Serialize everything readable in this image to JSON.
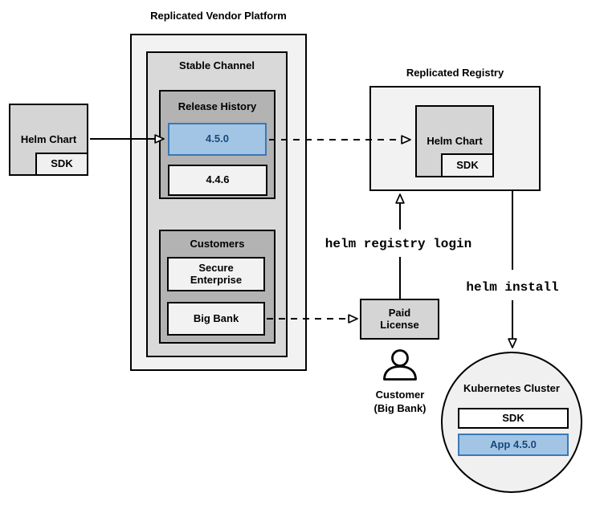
{
  "colors": {
    "highlight-fill": "#a3c5e5",
    "highlight-border": "#3b78b5",
    "highlight-text": "#17497b",
    "gray-lightest": "#f2f2f2",
    "gray-light": "#d9d9d9",
    "gray-mid": "#d5d5d5",
    "gray-dark": "#b3b3b3",
    "circle-fill": "#f0f0f0",
    "sdk-fill": "#f0f0f0"
  },
  "vendor_platform": {
    "title": "Replicated Vendor Platform",
    "stable_channel": {
      "label": "Stable Channel",
      "release_history": {
        "label": "Release History",
        "releases": [
          {
            "version": "4.5.0",
            "highlighted": true
          },
          {
            "version": "4.4.6",
            "highlighted": false
          }
        ]
      },
      "customers": {
        "label": "Customers",
        "items": [
          {
            "name": "Secure\nEnterprise"
          },
          {
            "name": "Big Bank"
          }
        ]
      }
    }
  },
  "helm_chart_source": {
    "label": "Helm Chart",
    "sdk": "SDK"
  },
  "registry": {
    "title": "Replicated Registry",
    "helm_chart": {
      "label": "Helm Chart",
      "sdk": "SDK"
    }
  },
  "paid_license": {
    "label": "Paid\nLicense"
  },
  "customer": {
    "caption": "Customer\n(Big Bank)",
    "icon": "person-icon"
  },
  "commands": {
    "registry_login": "helm registry login",
    "install": "helm install"
  },
  "kubernetes_cluster": {
    "label": "Kubernetes Cluster",
    "sdk": "SDK",
    "app": "App 4.5.0"
  }
}
